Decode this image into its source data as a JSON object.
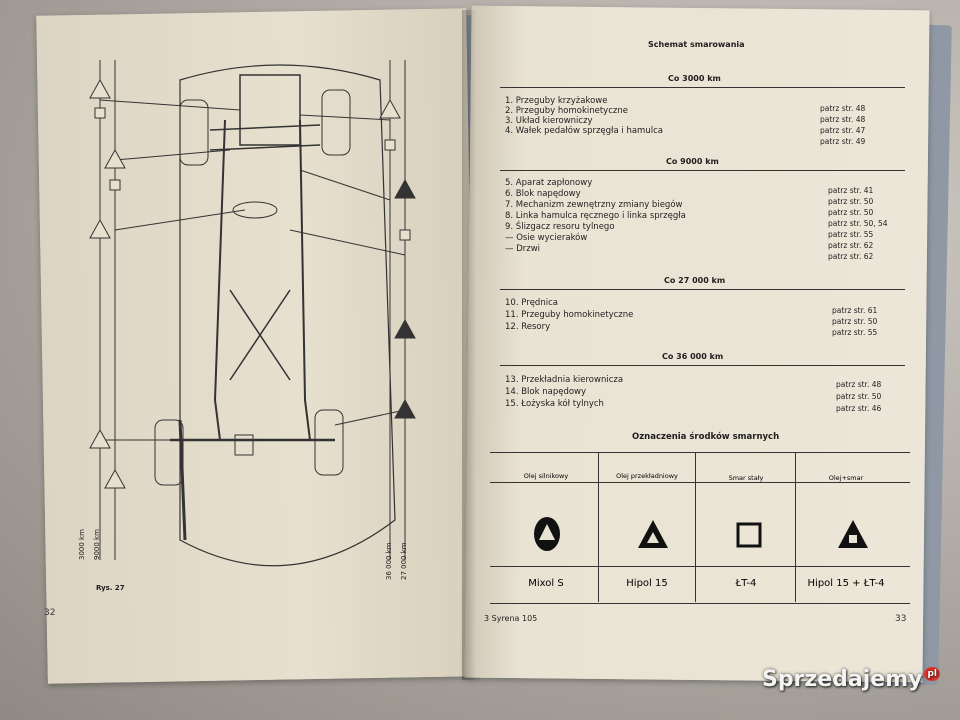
{
  "left_page": {
    "fig_label": "Rys. 27",
    "page_number": "32",
    "vertical_labels": [
      "3000 km",
      "9000 km",
      "36 000 km",
      "27 000 km"
    ]
  },
  "right_page": {
    "title": "Schemat smarowania",
    "sections": [
      {
        "header": "Co 3000 km",
        "items": [
          "1. Przeguby krzyżakowe",
          "2. Przeguby homokinetyczne",
          "3. Układ kierowniczy",
          "4. Wałek pedałów sprzęgła i hamulca"
        ],
        "refs": [
          "patrz str. 48",
          "patrz str. 48",
          "patrz str. 47",
          "patrz str. 49"
        ]
      },
      {
        "header": "Co 9000 km",
        "items": [
          "5. Aparat zapłonowy",
          "6. Blok napędowy",
          "7. Mechanizm zewnętrzny zmiany biegów",
          "8. Linka hamulca ręcznego i linka sprzęgła",
          "9. Ślizgacz resoru tylnego",
          "— Osie wycieraków",
          "— Drzwi"
        ],
        "refs": [
          "patrz str. 41",
          "patrz str. 50",
          "patrz str. 50",
          "patrz str. 50, 54",
          "patrz str. 55",
          "patrz str. 62",
          "patrz str. 62"
        ]
      },
      {
        "header": "Co 27 000 km",
        "items": [
          "10. Prędnica",
          "11. Przeguby homokinetyczne",
          "12. Resory"
        ],
        "refs": [
          "patrz str. 61",
          "patrz str. 50",
          "patrz str. 55"
        ]
      },
      {
        "header": "Co 36 000 km",
        "items": [
          "13. Przekładnia kierownicza",
          "14. Blok napędowy",
          "15. Łożyska kół tylnych"
        ],
        "refs": [
          "patrz str. 48",
          "patrz str. 50",
          "patrz str. 46"
        ]
      }
    ],
    "legend": {
      "title": "Oznaczenia środków smarnych",
      "columns": [
        {
          "head": "Olej silnikowy",
          "name": "Mixol S",
          "icon": "oval-triangle-icon"
        },
        {
          "head": "Olej przekładniowy",
          "name": "Hipol 15",
          "icon": "filled-triangle-icon"
        },
        {
          "head": "Smar stały",
          "name": "ŁT-4",
          "icon": "square-icon"
        },
        {
          "head": "Olej+smar",
          "name": "Hipol 15 + ŁT-4",
          "icon": "triangle-square-icon"
        }
      ]
    },
    "footer_left": "3 Syrena 105",
    "page_number": "33"
  },
  "watermark": {
    "text": "Sprzedajemy",
    "badge": "pl"
  }
}
